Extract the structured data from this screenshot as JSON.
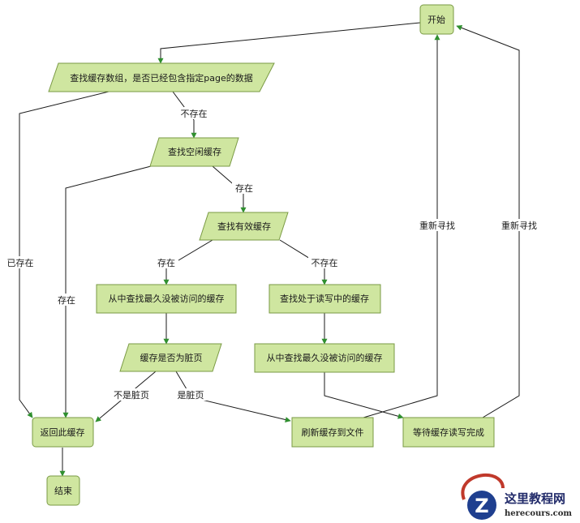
{
  "nodes": {
    "start": "开始",
    "find_array": "查找缓存数组，是否已经包含指定page的数据",
    "find_free": "查找空闲缓存",
    "find_valid": "查找有效缓存",
    "find_lru_1": "从中查找最久没被访问的缓存",
    "find_rw": "查找处于读写中的缓存",
    "is_dirty": "缓存是否为脏页",
    "find_lru_2": "从中查找最久没被访问的缓存",
    "return_cache": "返回此缓存",
    "flush": "刷新缓存到文件",
    "wait_rw": "等待缓存读写完成",
    "end": "结束"
  },
  "edges": {
    "not_exist_1": "不存在",
    "exist_1": "存在",
    "exist_2": "存在",
    "not_exist_2": "不存在",
    "already_exist": "已存在",
    "exist_3": "存在",
    "not_dirty": "不是脏页",
    "is_dirty": "是脏页",
    "research_1": "重新寻找",
    "research_2": "重新寻找"
  },
  "watermark": {
    "title": "这里教程网",
    "url": "herecours.com"
  },
  "colors": {
    "node_fill": "#cfe6a0",
    "node_stroke": "#7a9a44",
    "arrow": "#2f8f2f"
  }
}
